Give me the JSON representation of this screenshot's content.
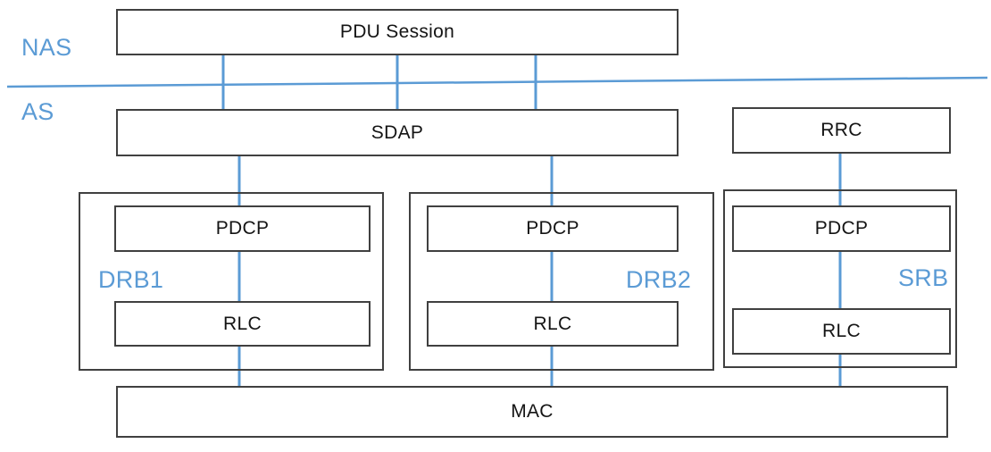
{
  "diagram": {
    "colors": {
      "accent": "#5B9BD5",
      "box_border": "#404040",
      "text": "#141414"
    },
    "layers": {
      "nas": "NAS",
      "as": "AS"
    },
    "nodes": {
      "pdu_session": "PDU Session",
      "sdap": "SDAP",
      "rrc": "RRC",
      "mac": "MAC"
    },
    "bearers": [
      {
        "label": "DRB1",
        "pdcp": "PDCP",
        "rlc": "RLC"
      },
      {
        "label": "DRB2",
        "pdcp": "PDCP",
        "rlc": "RLC"
      },
      {
        "label": "SRB",
        "pdcp": "PDCP",
        "rlc": "RLC"
      }
    ]
  }
}
